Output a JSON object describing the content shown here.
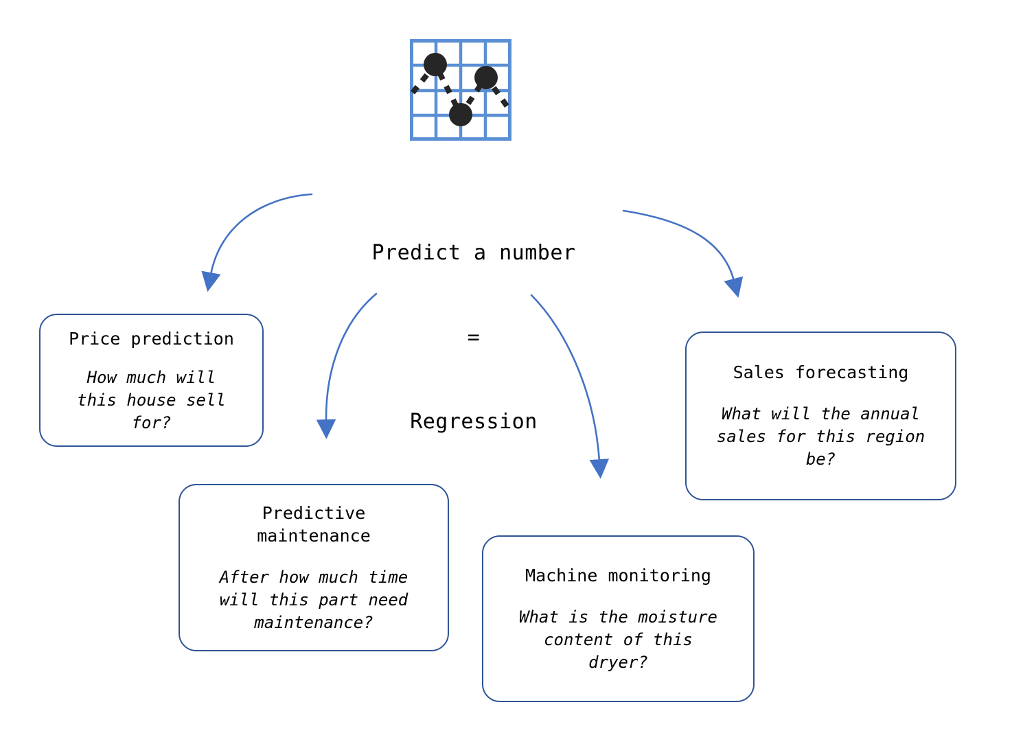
{
  "diagram": {
    "icon": {
      "name": "regression-scatter-grid-icon",
      "grid_color": "#5B8FD4",
      "point_color": "#262626"
    },
    "center": {
      "line1": "Predict a number",
      "line2": "=",
      "line3": "Regression"
    },
    "arrow_color": "#4472C4",
    "box_border_color": "#2F5496",
    "boxes": [
      {
        "id": "price-prediction",
        "title": "Price prediction",
        "question": "How much will\nthis house sell\nfor?"
      },
      {
        "id": "predictive-maintenance",
        "title": "Predictive\nmaintenance",
        "question": "After how much time\nwill this part need\nmaintenance?"
      },
      {
        "id": "machine-monitoring",
        "title": "Machine monitoring",
        "question": "What is the moisture\ncontent of this\ndryer?"
      },
      {
        "id": "sales-forecasting",
        "title": "Sales forecasting",
        "question": "What will the annual\nsales for this region\nbe?"
      }
    ]
  }
}
